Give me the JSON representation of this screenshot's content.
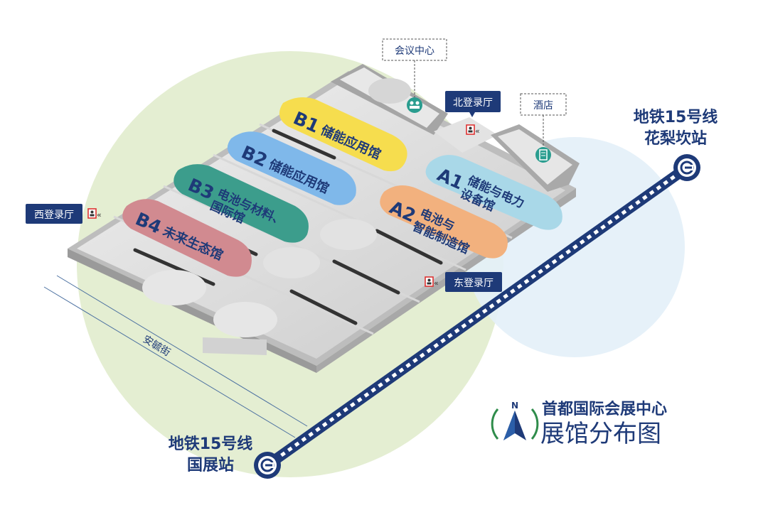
{
  "title": {
    "line1": "首都国际会展中心",
    "line2": "展馆分布图",
    "compass_letter": "N"
  },
  "halls": [
    {
      "code": "B1",
      "name_lines": [
        "储能应用馆"
      ],
      "color": "#f6dd4e"
    },
    {
      "code": "B2",
      "name_lines": [
        "储能应用馆"
      ],
      "color": "#7fb8ea"
    },
    {
      "code": "B3",
      "name_lines": [
        "电池与材料、",
        "国际馆"
      ],
      "color": "#3c9d8c"
    },
    {
      "code": "B4",
      "name_lines": [
        "未来生态馆"
      ],
      "color": "#d18a90"
    },
    {
      "code": "A1",
      "name_lines": [
        "储能与电力",
        "设备馆"
      ],
      "color": "#a9d8e8"
    },
    {
      "code": "A2",
      "name_lines": [
        "电池与",
        "智能制造馆"
      ],
      "color": "#f2b17e"
    }
  ],
  "facilities": {
    "conference": "会议中心",
    "hotel": "酒店"
  },
  "entrances": {
    "north": "北登录厅",
    "west": "西登录厅",
    "east": "东登录厅"
  },
  "street": "安毓街",
  "stations": {
    "top": {
      "line": "地铁15号线",
      "name": "花梨坎站"
    },
    "bottom": {
      "line": "地铁15号线",
      "name": "国展站"
    }
  },
  "colors": {
    "navy": "#1e3a78",
    "green_zone": "#e4eed2",
    "blue_zone": "#e3eff8",
    "teal_icon": "#2a9d8f"
  }
}
